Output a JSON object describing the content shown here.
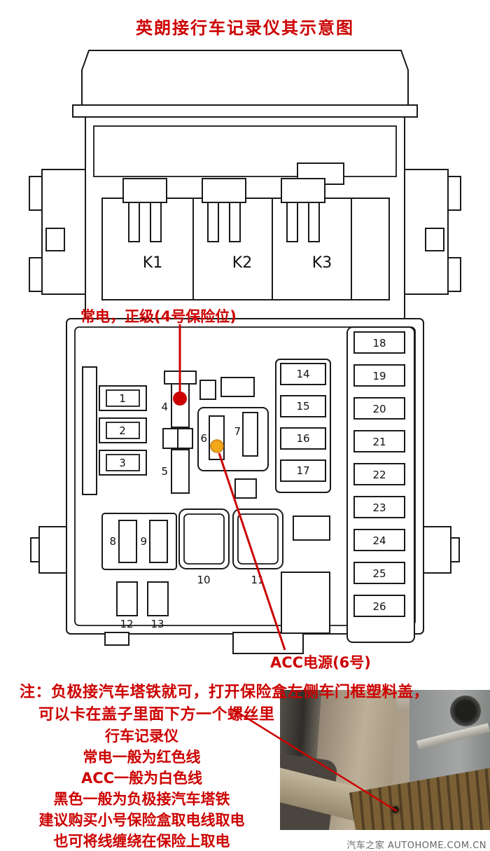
{
  "title": "英朗接行车记录仪其示意图",
  "diagram": {
    "relays": {
      "k1": "K1",
      "k2": "K2",
      "k3": "K3"
    },
    "fuses": {
      "f1": "1",
      "f2": "2",
      "f3": "3",
      "f4": "4",
      "f5": "5",
      "f6": "6",
      "f7": "7",
      "f8": "8",
      "f9": "9",
      "f10": "10",
      "f11": "11",
      "f12": "12",
      "f13": "13",
      "f14": "14",
      "f15": "15",
      "f16": "16",
      "f17": "17",
      "f18": "18",
      "f19": "19",
      "f20": "20",
      "f21": "21",
      "f22": "22",
      "f23": "23",
      "f24": "24",
      "f25": "25",
      "f26": "26"
    },
    "power_annotation": "常电，正级(4号保险位)",
    "acc_annotation": "ACC电源(6号)"
  },
  "notes": {
    "line1": "注：负极接汽车塔铁就可，打开保险盒左侧车门框塑料盖，",
    "line2": "可以卡在盖子里面下方一个螺丝里",
    "items": [
      "行车记录仪",
      "常电一般为红色线",
      "ACC一般为白色线",
      "黑色一般为负极接汽车塔铁",
      "建议购买小号保险盒取电线取电",
      "也可将线缠绕在保险上取电"
    ]
  },
  "watermark": "汽车之家 AUTOHOME.COM.CN",
  "colors": {
    "annotation_red": "#cc0000",
    "power_dot": "#cc0000",
    "acc_dot": "#f2a71b",
    "line_black": "#1a1a1a"
  }
}
